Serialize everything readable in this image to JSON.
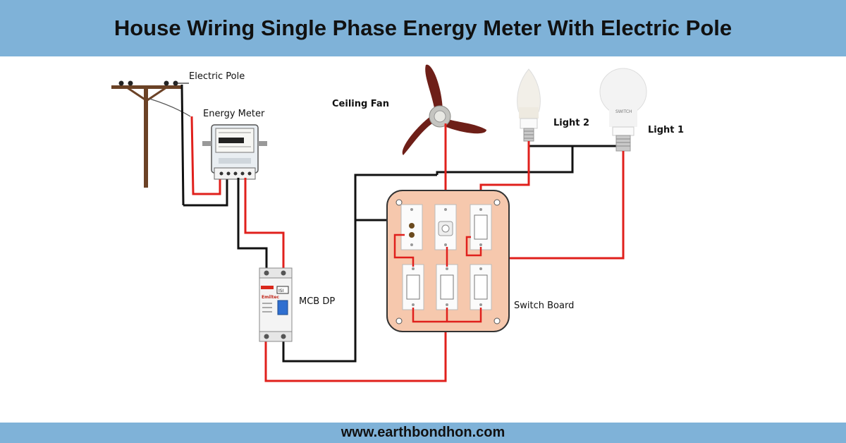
{
  "title": "House Wiring Single Phase Energy Meter With Electric Pole",
  "footer": "www.earthbondhon.com",
  "labels": {
    "electric_pole": "Electric Pole",
    "energy_meter": "Energy Meter",
    "ceiling_fan": "Ceiling Fan",
    "light_2": "Light 2",
    "light_1": "Light 1",
    "mcb_dp": "MCB DP",
    "switch_board": "Switch Board"
  },
  "device_text": {
    "mcb_brand": "Emiltec",
    "mcb_iso_mark": "ISI",
    "bulb_brand": "SWITCH"
  },
  "colors": {
    "header_bg": "#7fb2d8",
    "phase_wire": "#e0201c",
    "neutral_wire": "#111111",
    "switchboard_fill": "#f6c8ad",
    "pole_wood": "#6b4226",
    "fan_blade": "#6e1f18"
  }
}
